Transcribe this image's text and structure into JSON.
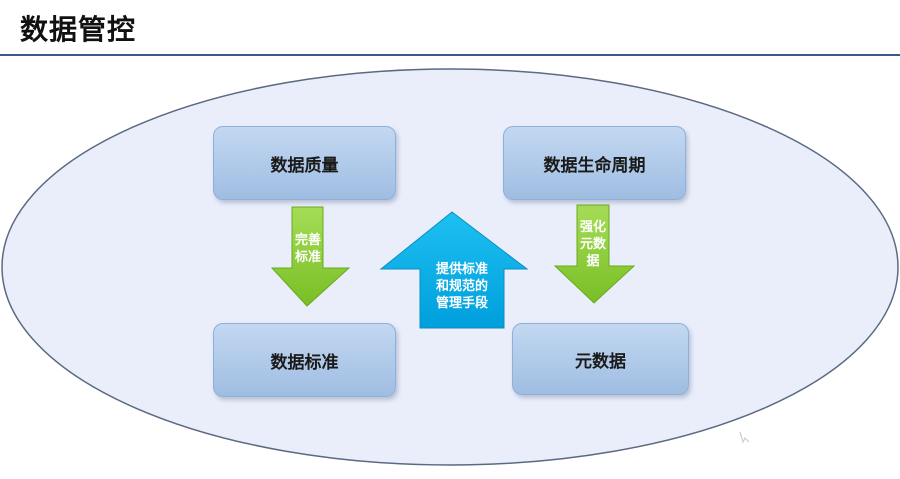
{
  "title": "数据管控",
  "nodes": {
    "quality": "数据质量",
    "lifecycle": "数据生命周期",
    "standard": "数据标准",
    "metadata": "元数据"
  },
  "arrows": {
    "left": [
      "完善",
      "标准"
    ],
    "center": [
      "提供标准",
      "和规范的",
      "管理手段"
    ],
    "right": [
      "强化",
      "元数",
      "据"
    ]
  },
  "colors": {
    "ellipse_fill": "#eaeefb",
    "ellipse_stroke": "#5a6a82",
    "green_arrow": "#8fcf3c",
    "blue_arrow": "#00aeea",
    "node_fill": "#b4cdeb",
    "title_rule": "#3a5a8a"
  }
}
